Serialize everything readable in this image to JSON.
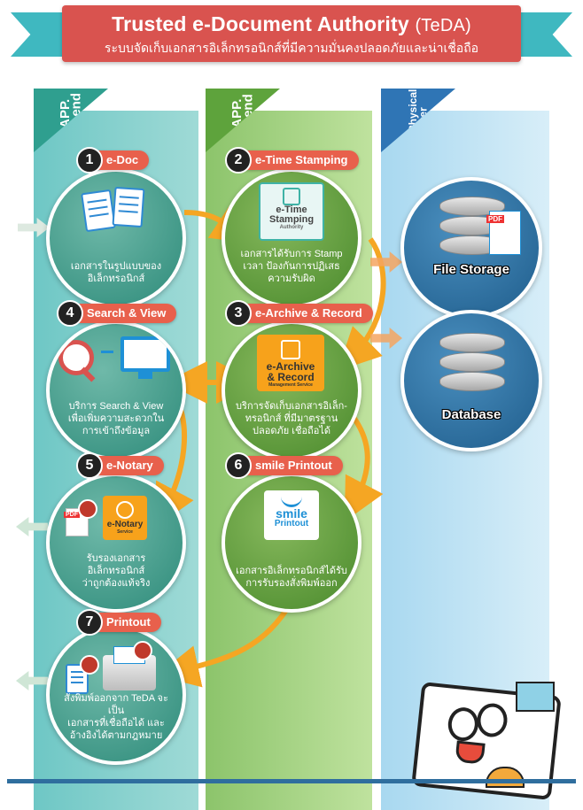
{
  "header": {
    "title": "Trusted e-Document Authority",
    "title_suffix": "(TeDA)",
    "subtitle": "ระบบจัดเก็บเอกสารอิเล็กทรอนิกส์ที่มีความมั่นคงปลอดภัยและน่าเชื่อถือ"
  },
  "columns": {
    "front": [
      "APP.",
      "Front-end"
    ],
    "back": [
      "APP.",
      "Back-end"
    ],
    "phys": [
      "Physical",
      "Layer"
    ]
  },
  "steps": [
    {
      "num": "1",
      "label": "e-Doc",
      "desc": "เอกสารในรูปแบบของ\nอิเล็กทรอนิกส์"
    },
    {
      "num": "2",
      "label": "e-Time Stamping",
      "badge": [
        "e-Time",
        "Stamping",
        "Authority"
      ],
      "desc": "เอกสารได้รับการ Stamp\nเวลา ป้องกันการปฏิเสธ\nความรับผิด"
    },
    {
      "num": "3",
      "label": "e-Archive & Record",
      "badge": [
        "e-Archive",
        "& Record",
        "Management Service"
      ],
      "desc": "บริการจัดเก็บเอกสารอิเล็ก-\nทรอนิกส์ ที่มีมาตรฐาน\nปลอดภัย เชื่อถือได้"
    },
    {
      "num": "4",
      "label": "Search & View",
      "desc": "บริการ Search & View\nเพื่อเพิ่มความสะดวกใน\nการเข้าถึงข้อมูล"
    },
    {
      "num": "5",
      "label": "e-Notary",
      "badge": [
        "e-Notary",
        "Service"
      ],
      "desc": "รับรองเอกสารอิเล็กทรอนิกส์\nว่าถูกต้องแท้จริง"
    },
    {
      "num": "6",
      "label": "smile Printout",
      "badge": [
        "smile",
        "Printout"
      ],
      "desc": "เอกสารอิเล็กทรอนิกส์ได้รับ\nการรับรองสั่งพิมพ์ออก"
    },
    {
      "num": "7",
      "label": "Printout",
      "desc": "สั่งพิมพ์ออกจาก TeDA จะเป็น\nเอกสารที่เชื่อถือได้ และ\nอ้างอิงได้ตามกฎหมาย"
    }
  ],
  "storage": [
    {
      "label": "File Storage"
    },
    {
      "label": "Database"
    }
  ],
  "icons": {
    "pdf_tag": "PDF"
  },
  "colors": {
    "banner": "#d9534f",
    "label": "#e8604c",
    "front": "#6ec7c5",
    "back": "#8cc46b",
    "phys": "#a8d8f0",
    "flow_arrow": "#f5a623"
  }
}
